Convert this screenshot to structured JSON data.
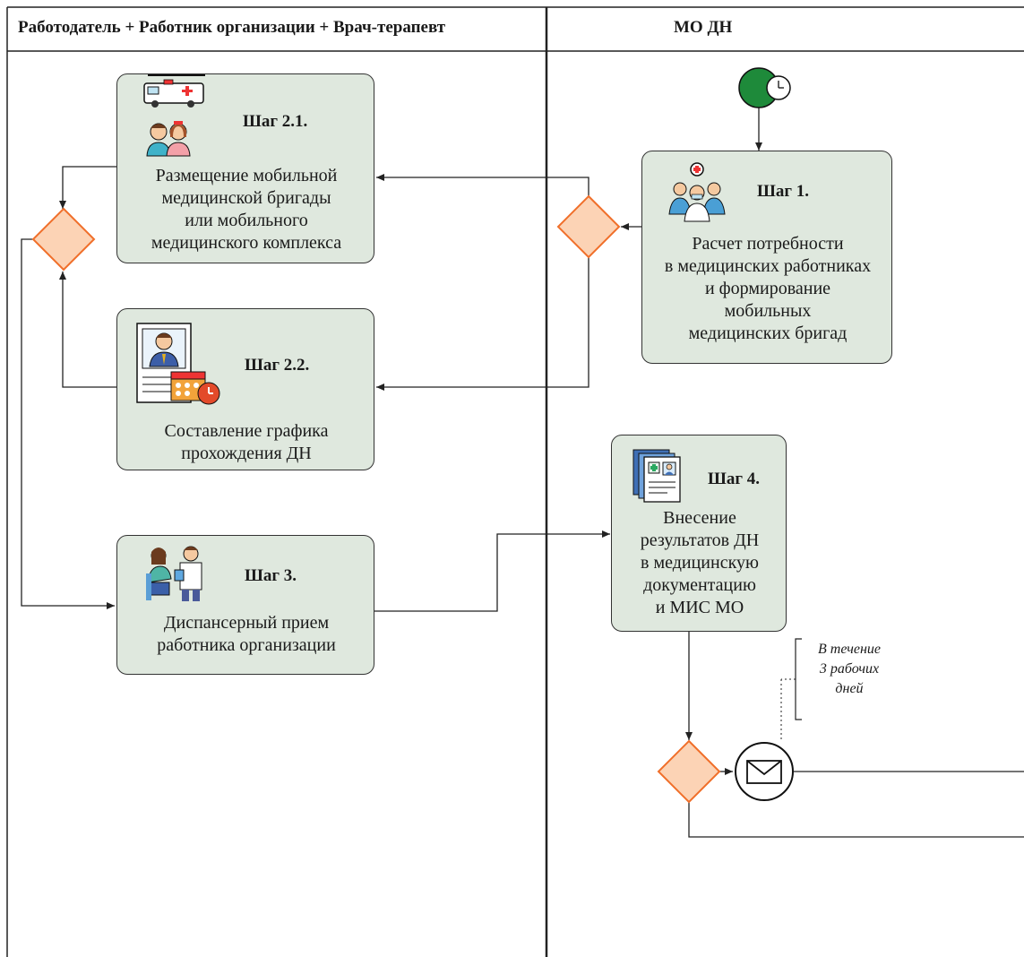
{
  "lanes": [
    {
      "title": "Работодатель + Работник организации + Врач-терапевт"
    },
    {
      "title": "МО ДН"
    }
  ],
  "steps": {
    "step1": {
      "title": "Шаг 1.",
      "text": "Расчет потребности\nв медицинских работниках\nи формирование\nмобильных\nмедицинских бригад",
      "icon": "medical-team-icon"
    },
    "step21": {
      "title": "Шаг 2.1.",
      "text": "Размещение мобильной\nмедицинской бригады\nили мобильного\nмедицинского комплекса",
      "icon": "ambulance-icon"
    },
    "step22": {
      "title": "Шаг 2.2.",
      "text": "Составление графика\nпрохождения ДН",
      "icon": "schedule-profile-icon"
    },
    "step3": {
      "title": "Шаг 3.",
      "text": "Диспансерный прием\nработника организации",
      "icon": "doctor-patient-icon"
    },
    "step4": {
      "title": "Шаг 4.",
      "text": "Внесение\nрезультатов ДН\nв медицинскую\nдокументацию\nи МИС МО",
      "icon": "medical-document-icon"
    }
  },
  "annotation": {
    "text": "В течение\n3 рабочих\nдней"
  },
  "colors": {
    "step_fill": "#dfe8de",
    "gateway_fill": "#fcd3b5",
    "gateway_stroke": "#f06f2a",
    "start_event": "#1e8a3a"
  }
}
